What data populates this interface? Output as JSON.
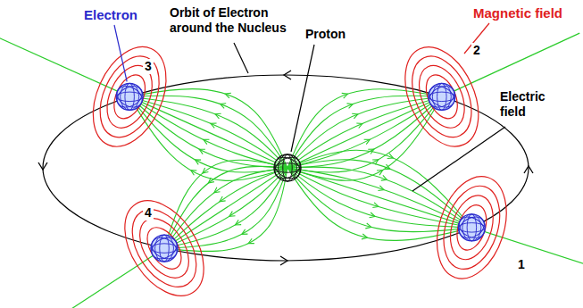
{
  "diagram": {
    "labels": [
      "Electron",
      "Orbit of Electron around the Nucleus",
      "Magnetic field",
      "Proton",
      "2",
      "Electric field",
      "3",
      "1",
      "4"
    ]
  }
}
